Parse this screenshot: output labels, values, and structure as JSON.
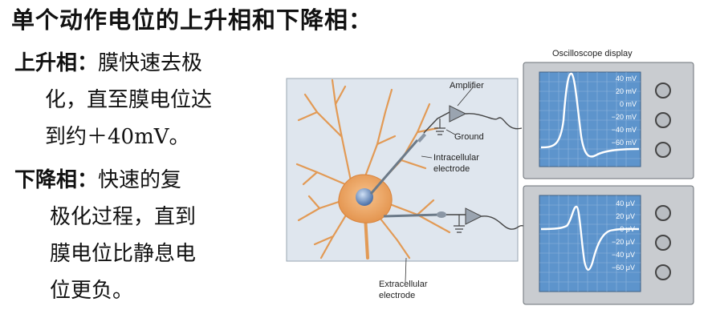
{
  "title": "单个动作电位的上升相和下降相：",
  "rising": {
    "label": "上升相：",
    "lines": [
      "膜快速去极",
      "化，直至膜电位达",
      "到约＋40mV。"
    ]
  },
  "falling": {
    "label": "下降相：",
    "lines": [
      "快速的复",
      "极化过程，直到",
      "膜电位比静息电",
      "位更负。"
    ]
  },
  "figure": {
    "oscilloscope_title": "Oscilloscope display",
    "amplifier": "Amplifier",
    "ground": "Ground",
    "intracellular": [
      "Intracellular",
      "electrode"
    ],
    "extracellular": [
      "Extracellular",
      "electrode"
    ],
    "scope1_ticks": [
      "40 mV",
      "20 mV",
      "0 mV",
      "−20 mV",
      "−40 mV",
      "−60 mV"
    ],
    "scope2_ticks": [
      "40 μV",
      "20 μV",
      "0 μV",
      "−20 μV",
      "−40 μV",
      "−60 μV"
    ]
  },
  "colors": {
    "screen": "#5d94cc",
    "trace": "#ffffff",
    "neuron": "#e8a05a",
    "panel": "#dfe6ee"
  }
}
